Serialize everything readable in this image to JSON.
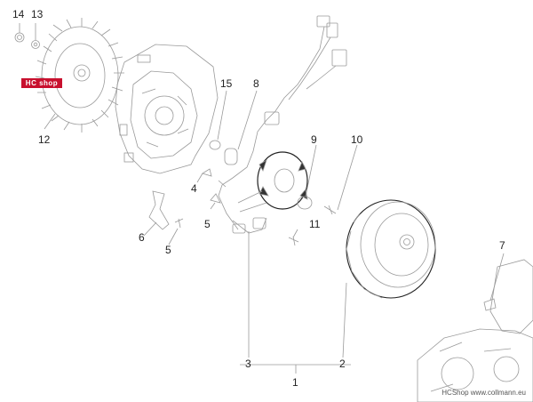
{
  "badge": "HC shop",
  "callouts": {
    "c14": "14",
    "c13": "13",
    "c12": "12",
    "c15": "15",
    "c8": "8",
    "c9": "9",
    "c10": "10",
    "c4": "4",
    "c5a": "5",
    "c5b": "5",
    "c6": "6",
    "c11": "11",
    "c7": "7",
    "c3": "3",
    "c2": "2",
    "c1": "1"
  },
  "footer": "HCShop www.collmann.eu",
  "colors": {
    "line": "#9a9a9a",
    "dark": "#222222",
    "badge": "#c8102e"
  }
}
